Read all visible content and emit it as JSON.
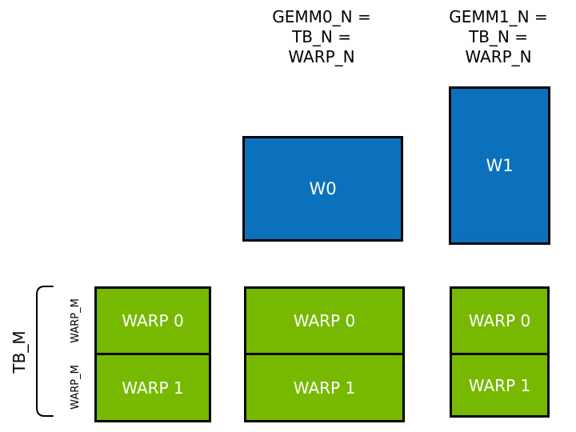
{
  "colors": {
    "blue": "#0B71BD",
    "green": "#76B900",
    "outline": "#000000",
    "label_text": "#000000",
    "box_text": "#FFFFFF",
    "background": "#FFFFFF"
  },
  "column_headers": [
    {
      "line1": "GEMM0_N =",
      "line2": "TB_N =",
      "line3": "WARP_N"
    },
    {
      "line1": "GEMM1_N =",
      "line2": "TB_N =",
      "line3": "WARP_N"
    }
  ],
  "warp_tiles": [
    {
      "label": "W0"
    },
    {
      "label": "W1"
    }
  ],
  "thread_block_groups": [
    {
      "rows": [
        "WARP 0",
        "WARP 1"
      ]
    },
    {
      "rows": [
        "WARP 0",
        "WARP 1"
      ]
    },
    {
      "rows": [
        "WARP 0",
        "WARP 1"
      ]
    }
  ],
  "axis_labels": {
    "tb_m": "TB_M",
    "warp_m_top": "WARP_M",
    "warp_m_bottom": "WARP_M"
  }
}
